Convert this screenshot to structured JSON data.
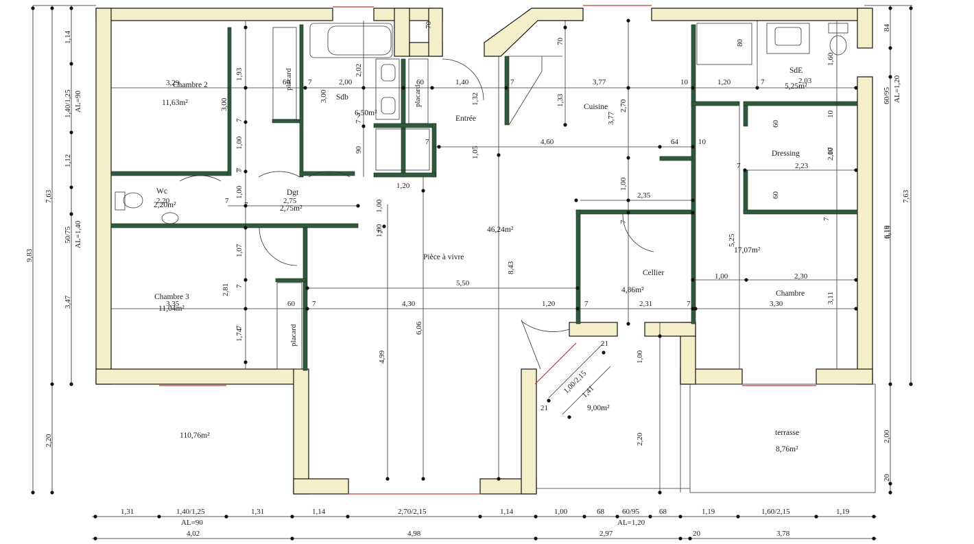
{
  "rooms": {
    "chambre2": {
      "name": "Chambre 2",
      "area": "11,63m²"
    },
    "sdb": {
      "name": "Sdb",
      "area": "6,50m²"
    },
    "entree": {
      "name": "Entrée"
    },
    "cuisine": {
      "name": "Cuisine"
    },
    "sde": {
      "name": "SdE",
      "area": "5,25m²"
    },
    "dressing": {
      "name": "Dressing"
    },
    "wc": {
      "name": "Wc",
      "area": "2,20m²"
    },
    "dgt": {
      "name": "Dgt",
      "area": "2,75m²"
    },
    "piece": {
      "name": "Pièce à vivre",
      "area": "46,24m²"
    },
    "cellier": {
      "name": "Cellier",
      "area": "4,86m²"
    },
    "chambre": {
      "name": "Chambre",
      "area": "17,07m²"
    },
    "chambre3": {
      "name": "Chambre 3",
      "area": "11,04m²"
    },
    "terrasse": {
      "name": "terrasse",
      "area": "8,76m²"
    },
    "porch": {
      "area": "9,00m²"
    },
    "total": {
      "area": "110,76m²"
    }
  },
  "placards": [
    "placard",
    "placard",
    "placard"
  ],
  "dims_bottom_row1": [
    "1,31",
    "1,40/1,25",
    "1,31",
    "1,14",
    "2,70/2,15",
    "1,14",
    "1,00",
    "68",
    "60/95",
    "68",
    "1,19",
    "1,60/2,15",
    "1,19"
  ],
  "dims_bottom_sub": [
    "AL=90",
    "AL=1,20"
  ],
  "dims_bottom_row2": [
    "4,02",
    "4,98",
    "2,97",
    "20",
    "3,78"
  ],
  "dims_left_outer": "9,83",
  "dims_left_mid": [
    "7,63",
    "2,20"
  ],
  "dims_left_inner": [
    "1,14",
    "1,40/1,25",
    "AL=90",
    "1,12",
    "50/75",
    "AL=1,40",
    "3,47"
  ],
  "dims_right_outer": "7,63",
  "dims_right_mid": [
    "6,19",
    "2,00",
    "20"
  ],
  "dims_right_inner": [
    "84",
    "60/95",
    "AL=1,20"
  ],
  "dims_interior": [
    "3,29",
    "60",
    "7",
    "2,00",
    "60",
    "1,40",
    "7",
    "3,77",
    "10",
    "1,20",
    "7",
    "2,03",
    "1,93",
    "3,00",
    "1,00",
    "7",
    "7",
    "3,00",
    "2,02",
    "7",
    "90",
    "1,32",
    "70",
    "1,33",
    "2,70",
    "3,77",
    "80",
    "1,60",
    "10",
    "60",
    "2,07",
    "60",
    "10",
    "4,60",
    "64",
    "10",
    "2,23",
    "7",
    "1,00",
    "7",
    "2,20",
    "2,75",
    "7",
    "1,20",
    "1,00",
    "7",
    "1,00",
    "2,35",
    "7",
    "1,00",
    "7",
    "5,25",
    "6,19",
    "1,07",
    "7",
    "7",
    "8,43",
    "6,06",
    "5,50",
    "1,00",
    "2,30",
    "2,81",
    "3,35",
    "60",
    "7",
    "4,30",
    "1,20",
    "7",
    "2,31",
    "7",
    "3,30",
    "3,11",
    "1,74",
    "4,99",
    "21",
    "1,00/2,15",
    "1,41",
    "21",
    "1,00",
    "2,20",
    "70",
    "7",
    "1,05",
    "7",
    "7"
  ]
}
